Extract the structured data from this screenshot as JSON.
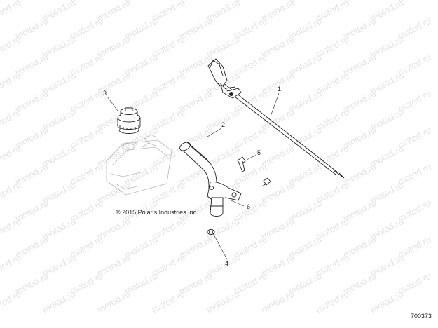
{
  "watermark_text": "motod.ru",
  "copyright": "© 2015 Polaris Industries Inc.",
  "diagram_number": "700373",
  "callouts": {
    "dipstick": "1",
    "fill_tube": "2",
    "filler_cap": "3",
    "o_ring": "4",
    "bolt": "5",
    "gasket": "6"
  },
  "colors": {
    "line": "#222222",
    "ghost_engine": "#b8b8b8",
    "watermark": "#e3e3e3"
  }
}
